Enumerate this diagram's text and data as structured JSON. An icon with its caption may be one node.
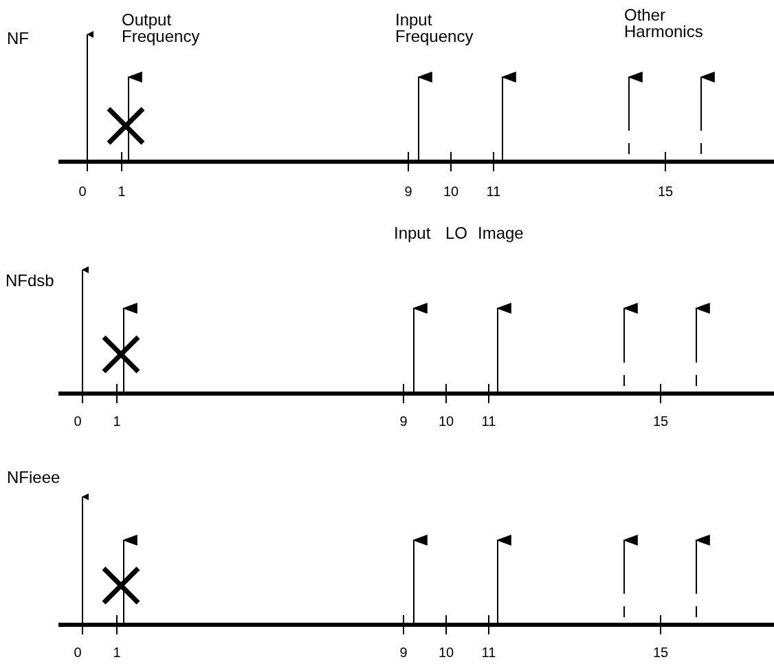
{
  "diagram": {
    "labels": [
      "Output Frequency",
      "Input Frequency",
      "Other Harmonics",
      "NF",
      "0",
      "1",
      "9",
      "10",
      "11",
      "15",
      "Input",
      "LO",
      "Image",
      "NFdsb",
      "0",
      "1",
      "9",
      "10",
      "11",
      "15",
      "NFieee",
      "0",
      "1",
      "9",
      "10",
      "11",
      "15"
    ]
  }
}
